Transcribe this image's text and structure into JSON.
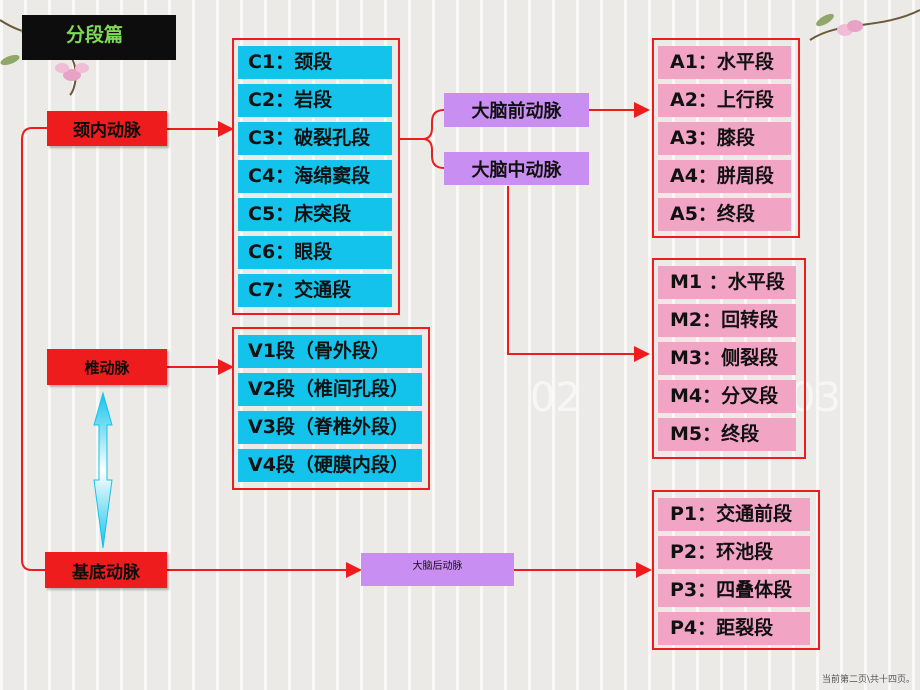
{
  "title": "分段篇",
  "arteries": {
    "internal_carotid": "颈内动脉",
    "vertebral": "椎动脉",
    "basilar": "基底动脉"
  },
  "c_segments": [
    "C1：颈段",
    "C2：岩段",
    "C3：破裂孔段",
    "C4：海绵窦段",
    "C5：床突段",
    "C6：眼段",
    "C7：交通段"
  ],
  "v_segments": [
    "V1段（骨外段）",
    "V2段（椎间孔段）",
    "V3段（脊椎外段）",
    "V4段（硬膜内段）"
  ],
  "branches": {
    "aca": "大脑前动脉",
    "mca": "大脑中动脉",
    "pca": "大脑后动脉"
  },
  "a_segments": [
    "A1：水平段",
    "A2：上行段",
    "A3：膝段",
    "A4：胼周段",
    "A5：终段"
  ],
  "m_segments": [
    "M1 ：水平段",
    "M2：回转段",
    "M3：侧裂段",
    "M4：分叉段",
    "M5：终段"
  ],
  "p_segments": [
    "P1：交通前段",
    "P2：环池段",
    "P3：四叠体段",
    "P4：距裂段"
  ],
  "watermarks": [
    "02",
    "03"
  ],
  "footer": "当前第二页\\共十四页。",
  "colors": {
    "red": "#ee1c1c",
    "cyan": "#13c3ec",
    "pink": "#f2a4c4",
    "violet": "#c98ef1",
    "title_bg": "#0d0d0d",
    "title_text": "#7ed957"
  }
}
